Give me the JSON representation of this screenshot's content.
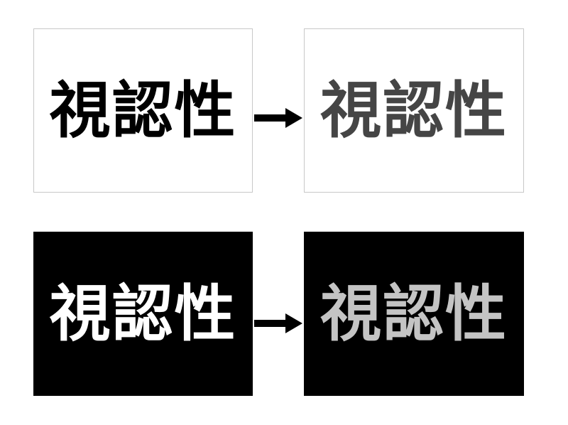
{
  "panels": {
    "top_left": {
      "text": "視認性",
      "background": "#ffffff",
      "text_color": "#000000"
    },
    "top_right": {
      "text": "視認性",
      "background": "#ffffff",
      "text_color": "#454545"
    },
    "bottom_left": {
      "text": "視認性",
      "background": "#000000",
      "text_color": "#ffffff"
    },
    "bottom_right": {
      "text": "視認性",
      "background": "#000000",
      "text_color": "#c4c4c4"
    }
  },
  "arrows": [
    {
      "icon": "right-arrow-icon",
      "color": "#000000"
    },
    {
      "icon": "right-arrow-icon",
      "color": "#000000"
    }
  ]
}
